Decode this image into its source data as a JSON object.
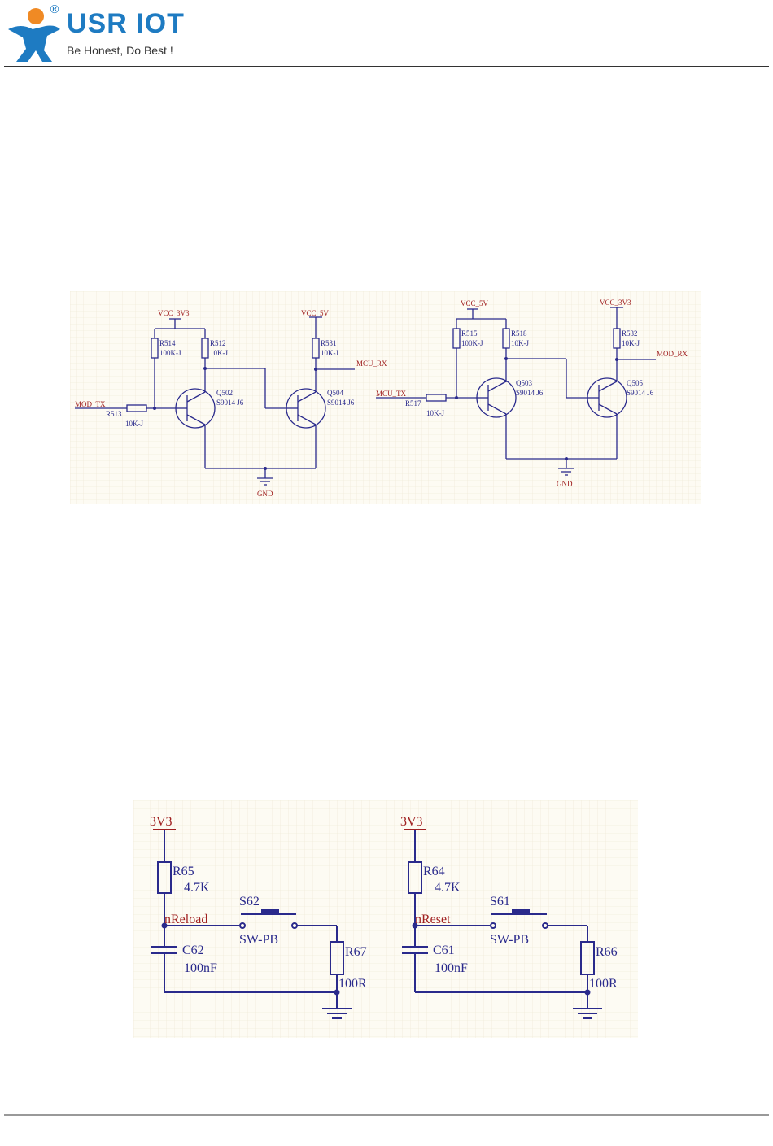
{
  "header": {
    "brand": "USR IOT",
    "registered_mark": "®",
    "slogan": "Be Honest, Do Best !",
    "brand_color": "#1e7bc2",
    "logo_accent": "#f08a24"
  },
  "schematic1": {
    "left": {
      "supply": "VCC_3V3",
      "r_pull_a": {
        "ref": "R514",
        "value": "100K-J"
      },
      "r_pull_b": {
        "ref": "R512",
        "value": "10K-J"
      },
      "r_in": {
        "ref": "R513",
        "value": "10K-J"
      },
      "net_in": "MOD_TX",
      "q1": {
        "ref": "Q502",
        "part": "S9014 J6"
      },
      "supply2": "VCC_5V",
      "r_out": {
        "ref": "R531",
        "value": "10K-J"
      },
      "net_out": "MCU_RX",
      "q2": {
        "ref": "Q504",
        "part": "S9014 J6"
      },
      "gnd": "GND"
    },
    "right": {
      "supply": "VCC_5V",
      "r_pull_a": {
        "ref": "R515",
        "value": "100K-J"
      },
      "r_pull_b": {
        "ref": "R518",
        "value": "10K-J"
      },
      "r_in": {
        "ref": "R517",
        "value": "10K-J"
      },
      "net_in": "MCU_TX",
      "q1": {
        "ref": "Q503",
        "part": "S9014 J6"
      },
      "supply2": "VCC_3V3",
      "r_out": {
        "ref": "R532",
        "value": "10K-J"
      },
      "net_out": "MOD_RX",
      "q2": {
        "ref": "Q505",
        "part": "S9014 J6"
      },
      "gnd": "GND"
    }
  },
  "schematic2": {
    "left": {
      "supply": "3V3",
      "r_pull": {
        "ref": "R65",
        "value": "4.7K"
      },
      "net": "nReload",
      "switch": {
        "ref": "S62",
        "part": "SW-PB"
      },
      "cap": {
        "ref": "C62",
        "value": "100nF"
      },
      "r_series": {
        "ref": "R67",
        "value": "100R"
      }
    },
    "right": {
      "supply": "3V3",
      "r_pull": {
        "ref": "R64",
        "value": "4.7K"
      },
      "net": "nReset",
      "switch": {
        "ref": "S61",
        "part": "SW-PB"
      },
      "cap": {
        "ref": "C61",
        "value": "100nF"
      },
      "r_series": {
        "ref": "R66",
        "value": "100R"
      }
    }
  },
  "colors": {
    "wire": "#2a2a8c",
    "label_red": "#a02020",
    "grid_bg": "#fdfbf3",
    "grid_line": "#ece6d2"
  }
}
